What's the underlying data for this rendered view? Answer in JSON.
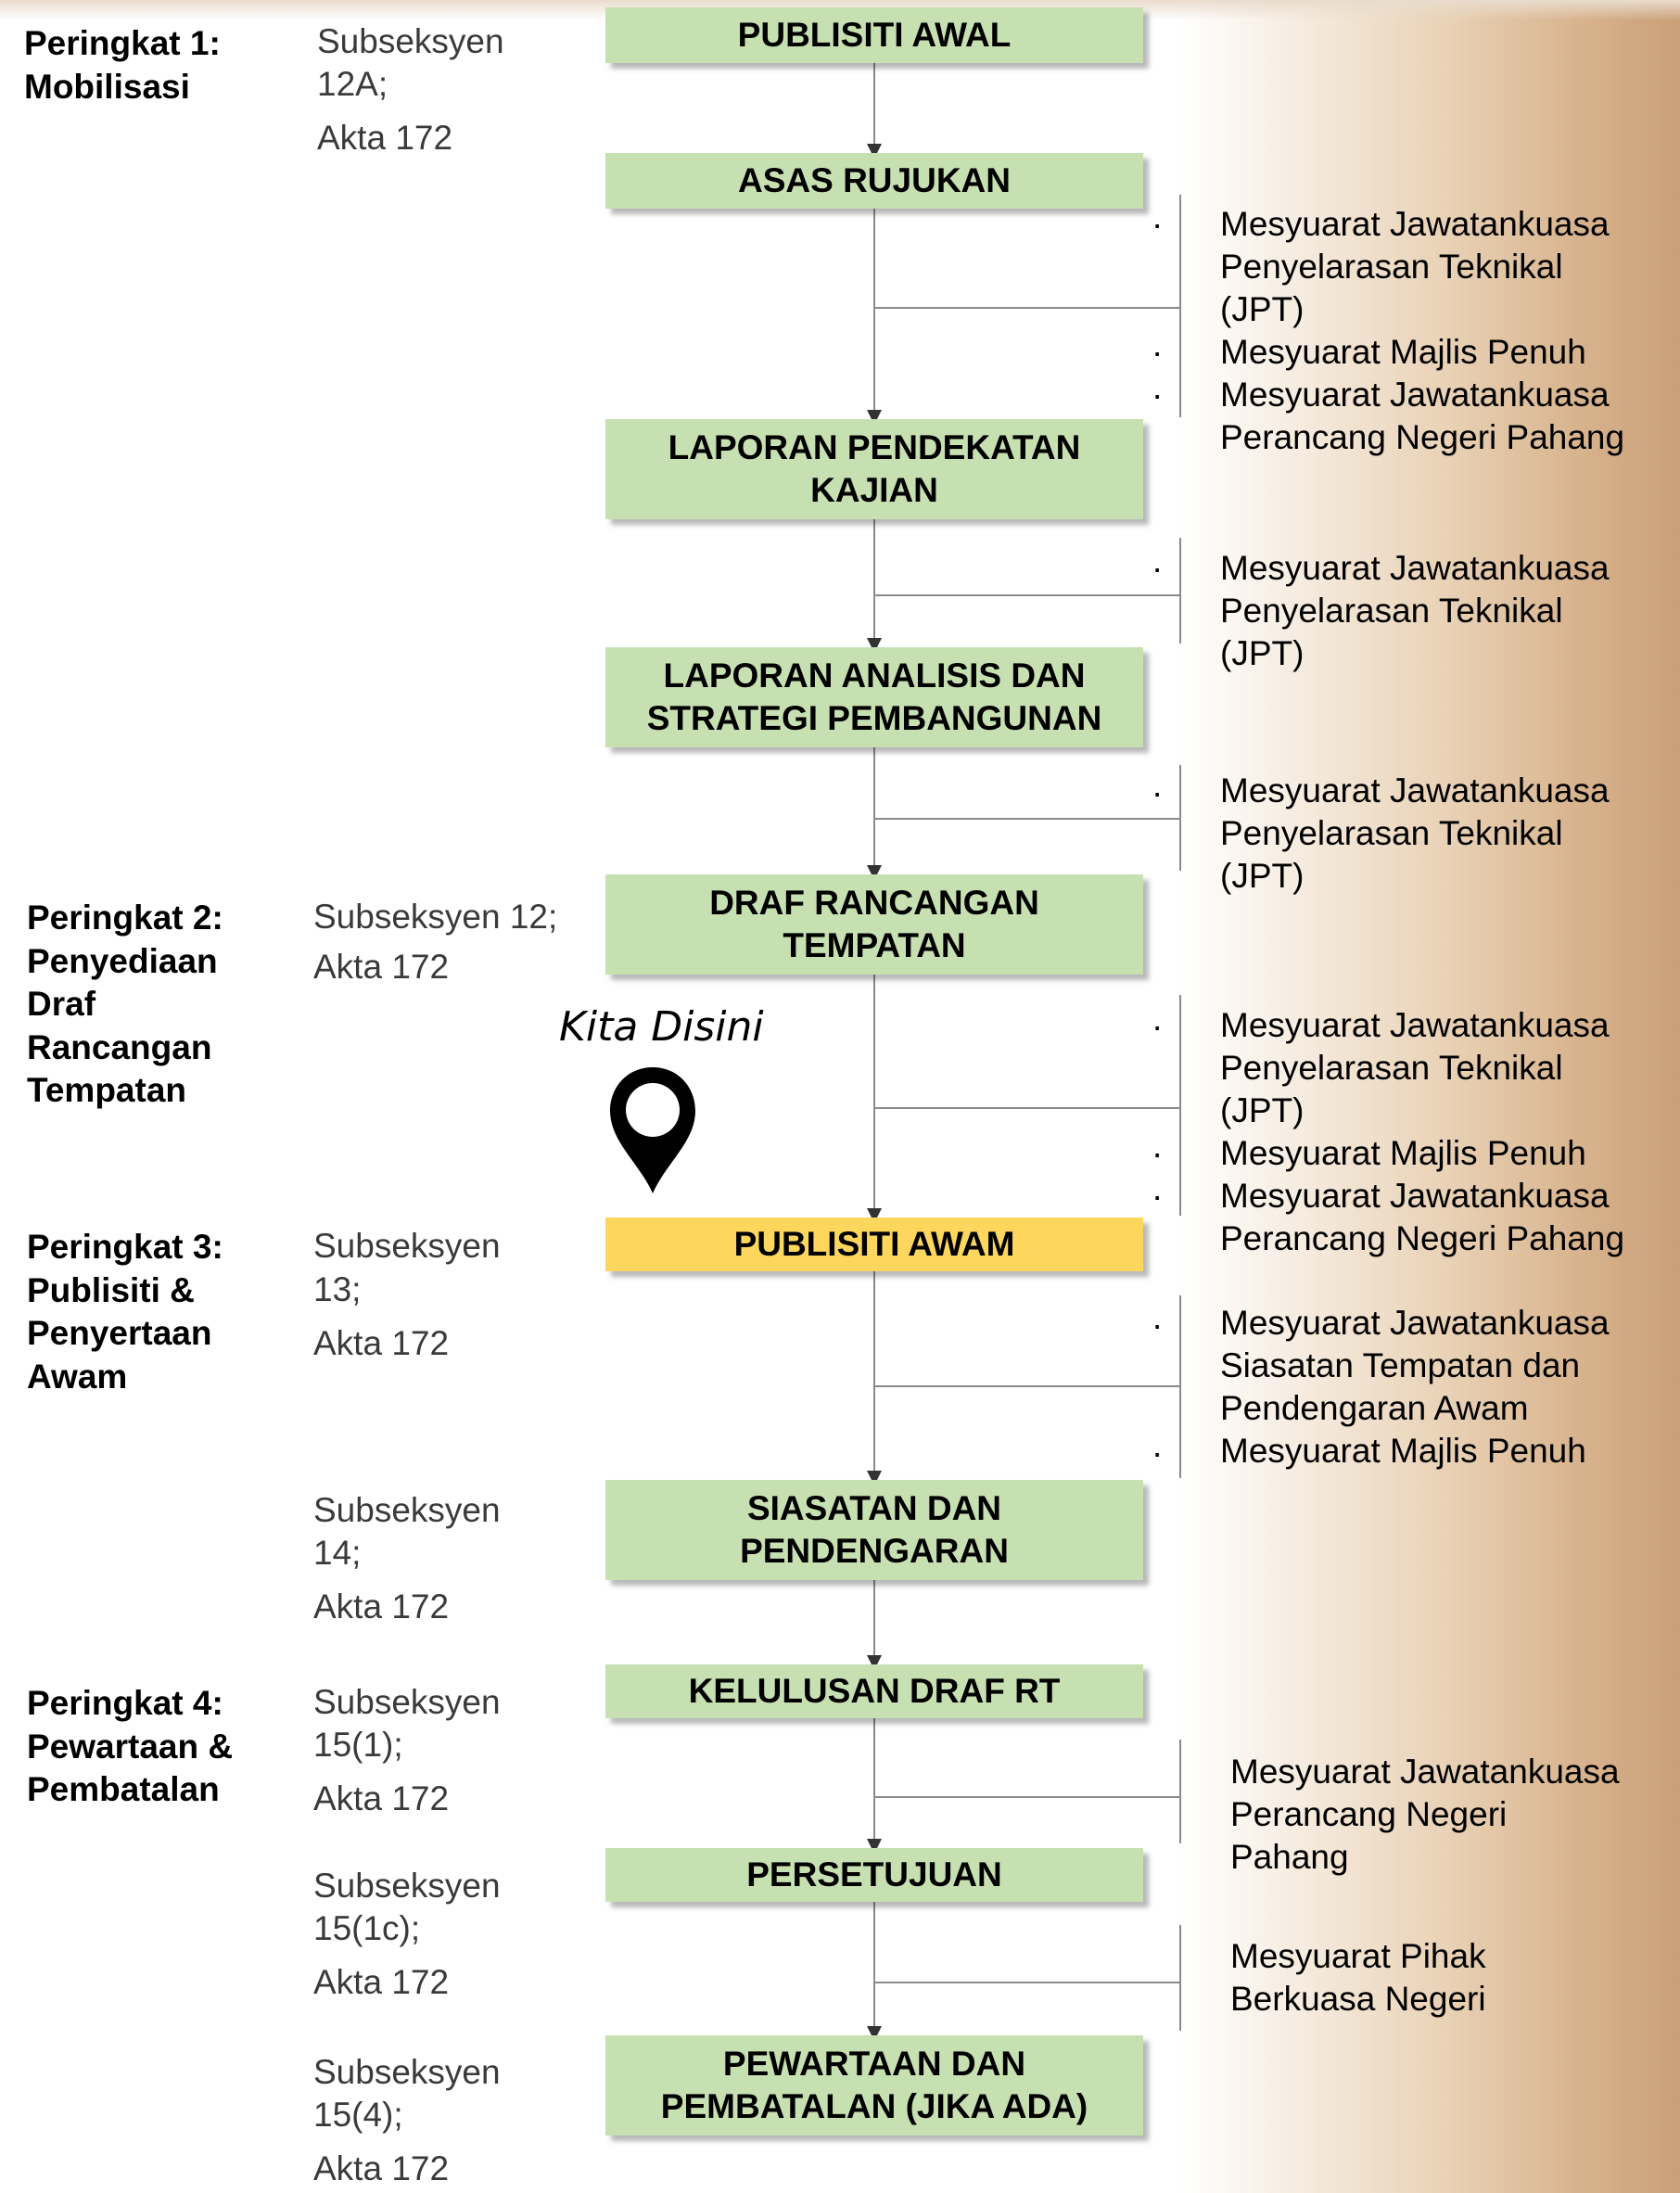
{
  "flow_steps": [
    {
      "id": "publisiti-awal",
      "label": "PUBLISITI AWAL"
    },
    {
      "id": "asas-rujukan",
      "label": "ASAS RUJUKAN"
    },
    {
      "id": "laporan-pendekatan",
      "label_line1": "LAPORAN PENDEKATAN",
      "label_line2": "KAJIAN"
    },
    {
      "id": "laporan-analisis",
      "label_line1": "LAPORAN ANALISIS DAN",
      "label_line2": "STRATEGI PEMBANGUNAN"
    },
    {
      "id": "draf-rancangan",
      "label_line1": "DRAF RANCANGAN",
      "label_line2": "TEMPATAN"
    },
    {
      "id": "publisiti-awam",
      "label": "PUBLISITI AWAM",
      "highlighted": true
    },
    {
      "id": "siasatan",
      "label_line1": "SIASATAN DAN",
      "label_line2": "PENDENGARAN"
    },
    {
      "id": "kelulusan",
      "label": "KELULUSAN DRAF RT"
    },
    {
      "id": "persetujuan",
      "label": "PERSETUJUAN"
    },
    {
      "id": "pewartaan",
      "label_line1": "PEWARTAAN DAN",
      "label_line2": "PEMBATALAN (JIKA ADA)"
    }
  ],
  "stages": [
    {
      "line1": "Peringkat 1:",
      "line2": "Mobilisasi"
    },
    {
      "line1": "Peringkat 2:",
      "line2": "Penyediaan",
      "line3": "Draf",
      "line4": "Rancangan",
      "line5": "Tempatan"
    },
    {
      "line1": "Peringkat 3:",
      "line2": "Publisiti &",
      "line3": "Penyertaan",
      "line4": "Awam"
    },
    {
      "line1": "Peringkat 4:",
      "line2": "Pewartaan &",
      "line3": "Pembatalan"
    }
  ],
  "legal_refs": [
    {
      "line1": "Subseksyen",
      "line2": "12A;",
      "line3": "Akta 172"
    },
    {
      "line1": "Subseksyen 12;",
      "line2": "Akta 172"
    },
    {
      "line1": "Subseksyen",
      "line2": "13;",
      "line3": "Akta 172"
    },
    {
      "line1": "Subseksyen",
      "line2": "14;",
      "line3": "Akta 172"
    },
    {
      "line1": "Subseksyen",
      "line2": "15(1);",
      "line3": "Akta 172"
    },
    {
      "line1": "Subseksyen",
      "line2": "15(1c);",
      "line3": "Akta 172"
    },
    {
      "line1": "Subseksyen",
      "line2": "15(4);",
      "line3": "Akta 172"
    }
  ],
  "meeting_notes": [
    {
      "lines": [
        "Mesyuarat Jawatankuasa",
        "Penyelarasan Teknikal",
        "(JPT)",
        "Mesyuarat Majlis Penuh",
        "Mesyuarat Jawatankuasa",
        "Perancang Negeri Pahang"
      ]
    },
    {
      "lines": [
        "Mesyuarat Jawatankuasa",
        "Penyelarasan Teknikal",
        "(JPT)"
      ]
    },
    {
      "lines": [
        "Mesyuarat Jawatankuasa",
        "Penyelarasan Teknikal",
        "(JPT)"
      ]
    },
    {
      "lines": [
        "Mesyuarat Jawatankuasa",
        "Penyelarasan Teknikal",
        "(JPT)",
        "Mesyuarat Majlis Penuh",
        "Mesyuarat Jawatankuasa",
        "Perancang Negeri Pahang"
      ]
    },
    {
      "lines": [
        "Mesyuarat Jawatankuasa",
        "Siasatan Tempatan dan",
        "Pendengaran Awam",
        "Mesyuarat Majlis Penuh"
      ]
    },
    {
      "lines": [
        "Mesyuarat Jawatankuasa",
        "Perancang Negeri",
        "Pahang"
      ]
    },
    {
      "lines": [
        "Mesyuarat Pihak",
        "Berkuasa Negeri"
      ]
    }
  ],
  "bullet": "·",
  "marker": {
    "label": "Kita Disini",
    "icon": "location-pin-icon"
  }
}
